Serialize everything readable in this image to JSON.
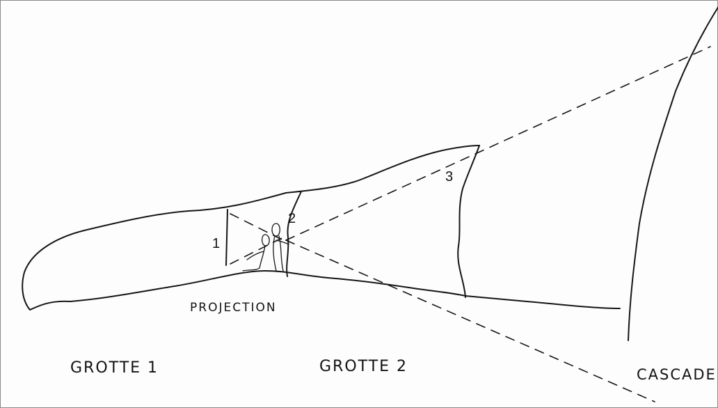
{
  "markers": {
    "one": "1",
    "two": "2",
    "three": "3"
  },
  "labels": {
    "projection": "PROJECTION",
    "grotte1": "GROTTE 1",
    "grotte2": "GROTTE 2",
    "cascade": "CASCADE"
  },
  "colors": {
    "ink": "#151515",
    "paper": "#fdfdfd"
  }
}
